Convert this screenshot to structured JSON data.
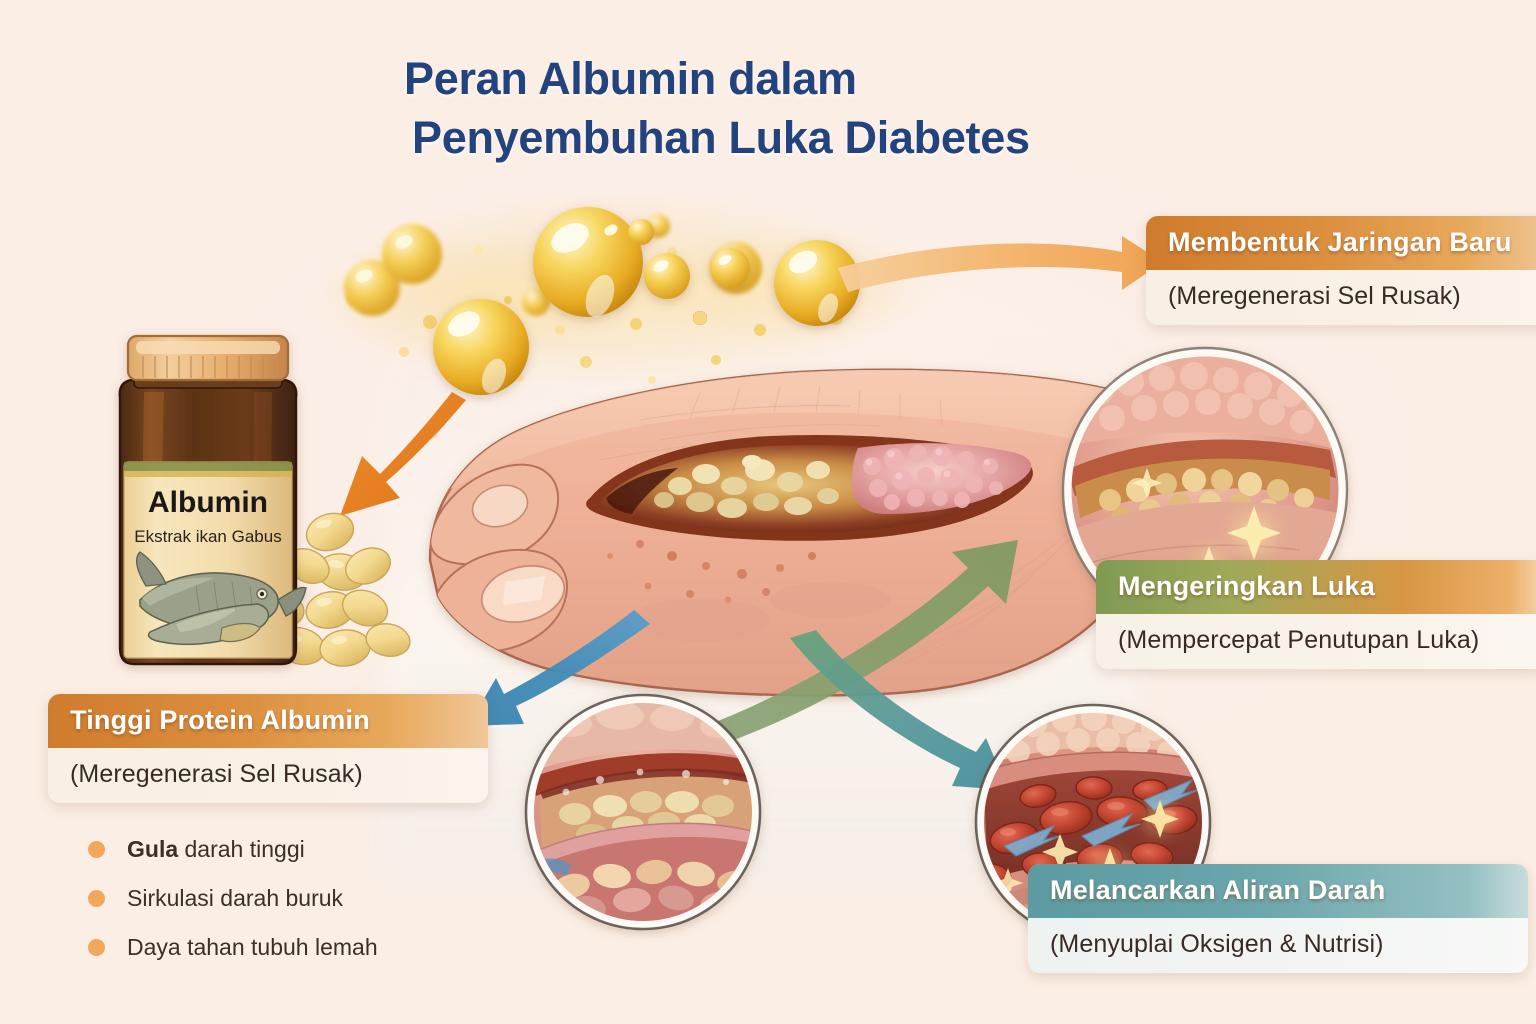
{
  "page": {
    "background_color": "#fdf2ea",
    "title_color": "#23437e"
  },
  "title": {
    "line1": "Peran Albumin dalam",
    "line2": "Penyembuhan Luka Diabetes"
  },
  "product": {
    "label_name": "Albumin",
    "label_subtitle": "Ekstrak ikan Gabus"
  },
  "callouts": [
    {
      "id": "tissue",
      "heading": "Membentuk Jaringan Baru",
      "subtext": "(Meregenerasi Sel Rusak)",
      "header_color": "#d98436",
      "body_color": "#f8f0e4"
    },
    {
      "id": "dry",
      "heading": "Mengeringkan Luka",
      "subtext": "(Mempercepat Penutupan Luka)",
      "header_color": "#8fa054",
      "body_color": "#f8f1e7"
    },
    {
      "id": "blood",
      "heading": "Melancarkan Aliran Darah",
      "subtext": "(Menyuplai Oksigen & Nutrisi)",
      "header_color": "#5c9ba1",
      "body_color": "#eef2f1"
    },
    {
      "id": "protein",
      "heading": "Tinggi Protein Albumin",
      "subtext": "(Meregenerasi Sel Rusak)",
      "header_color": "#d98436",
      "body_color": "#f8f0e4"
    }
  ],
  "bullets": {
    "dot_color": "#f2a75c",
    "items": [
      {
        "strong": "Gula",
        "rest": " darah tinggi"
      },
      {
        "strong": "",
        "rest": "Sirkulasi darah buruk"
      },
      {
        "strong": "",
        "rest": "Daya tahan tubuh lemah"
      }
    ]
  },
  "arrows": [
    {
      "name": "arrow-droplets-to-tissue",
      "color": "#f0ab62",
      "direction": "right"
    },
    {
      "name": "arrow-droplets-to-bottle",
      "color": "#e07c22",
      "direction": "down-left"
    },
    {
      "name": "arrow-wound-to-dry",
      "color": "#7f9a64",
      "direction": "up-right"
    },
    {
      "name": "arrow-wound-to-tissue-inset",
      "color": "#3f87b5",
      "direction": "down-left"
    },
    {
      "name": "arrow-wound-to-blood",
      "color": "#4f9aa3",
      "direction": "down-right"
    }
  ],
  "illustrations": [
    {
      "name": "albumin-supplement-bottle"
    },
    {
      "name": "softgel-capsules"
    },
    {
      "name": "golden-albumin-droplets"
    },
    {
      "name": "diabetic-foot-wound"
    },
    {
      "name": "inset-healing-tissue"
    },
    {
      "name": "inset-tissue-cross-section"
    },
    {
      "name": "inset-blood-vessel-flow"
    }
  ]
}
